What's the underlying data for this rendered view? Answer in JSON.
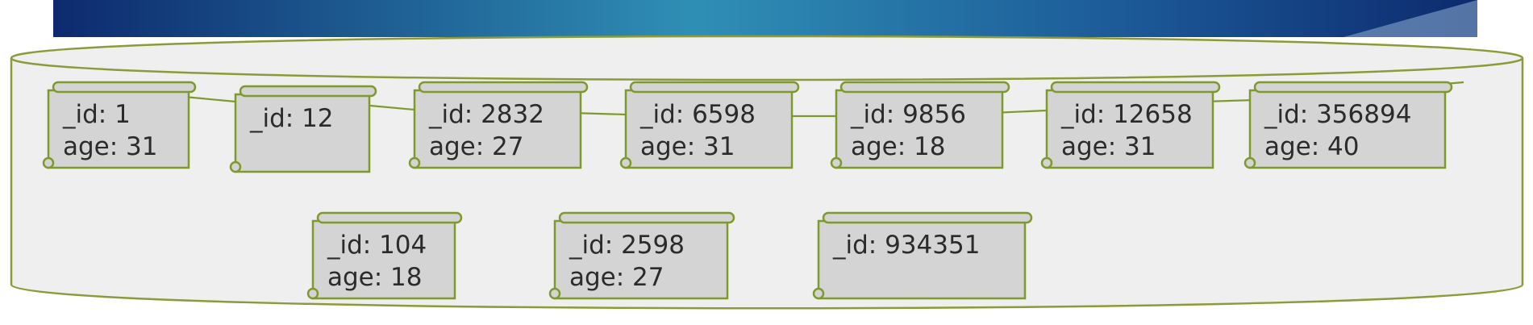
{
  "colors": {
    "banner_dark": "#0d2a6e",
    "banner_mid": "#2f8fb5",
    "collection_fill": "#efefef",
    "collection_stroke": "#8c9b3a",
    "doc_fill": "#d4d4d4",
    "doc_stroke": "#7e9a2c",
    "connector": "#7e9a2c"
  },
  "documents": [
    {
      "id_label": "_id: 1",
      "age_label": "age: 31"
    },
    {
      "id_label": "_id: 12",
      "age_label": ""
    },
    {
      "id_label": "_id: 2832",
      "age_label": "age: 27"
    },
    {
      "id_label": "_id: 6598",
      "age_label": "age: 31"
    },
    {
      "id_label": "_id: 9856",
      "age_label": "age: 18"
    },
    {
      "id_label": "_id: 12658",
      "age_label": "age: 31"
    },
    {
      "id_label": "_id: 356894",
      "age_label": "age: 40"
    },
    {
      "id_label": "_id: 104",
      "age_label": "age: 18"
    },
    {
      "id_label": "_id: 2598",
      "age_label": "age: 27"
    },
    {
      "id_label": "_id: 934351",
      "age_label": ""
    }
  ]
}
